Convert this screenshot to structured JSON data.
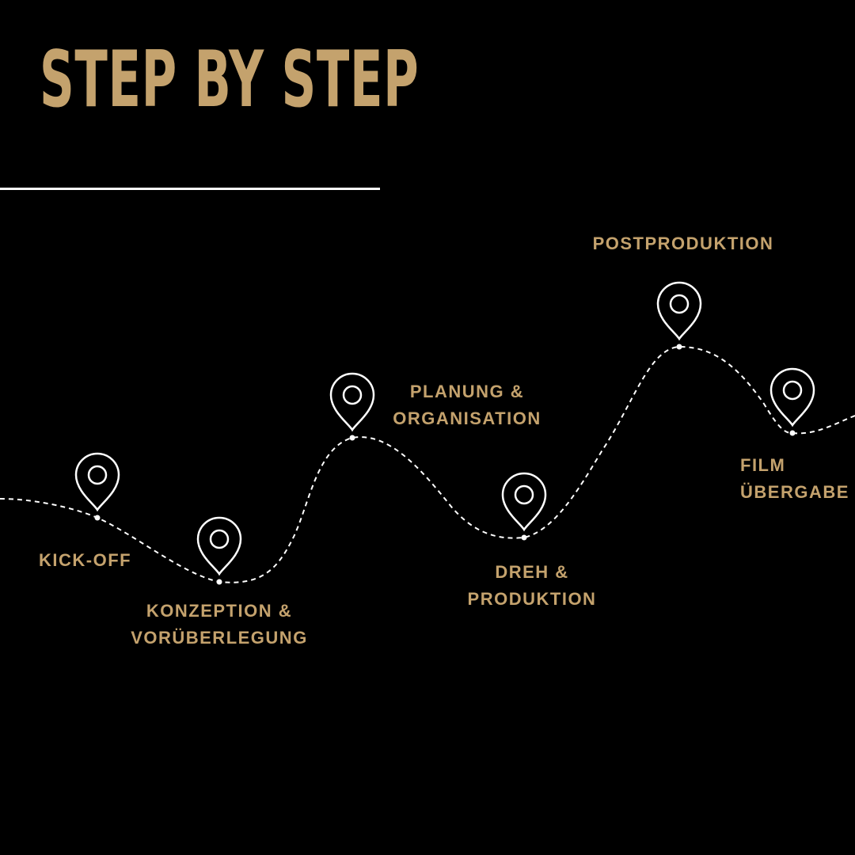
{
  "title": "STEP BY STEP",
  "colors": {
    "background": "#000000",
    "accent": "#c4a26d",
    "line": "#ffffff"
  },
  "steps": [
    {
      "line1": "KICK-OFF",
      "line2": "",
      "icon": "location-pin-icon"
    },
    {
      "line1": "KONZEPTION &",
      "line2": "VORÜBERLEGUNG",
      "icon": "location-pin-icon"
    },
    {
      "line1": "PLANUNG &",
      "line2": "ORGANISATION",
      "icon": "location-pin-icon"
    },
    {
      "line1": "DREH &",
      "line2": "PRODUKTION",
      "icon": "location-pin-icon"
    },
    {
      "line1": "POSTPRODUKTION",
      "line2": "",
      "icon": "location-pin-icon"
    },
    {
      "line1": "FILM",
      "line2": "ÜBERGABE",
      "icon": "location-pin-icon"
    }
  ]
}
